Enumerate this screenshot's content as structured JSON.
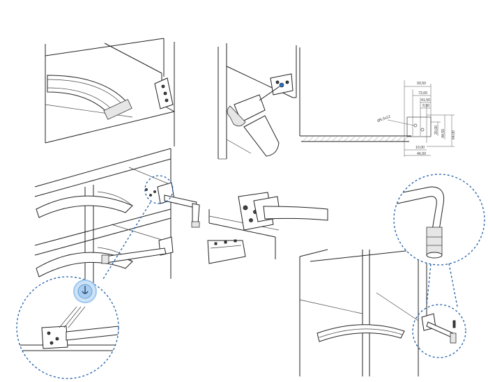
{
  "colors": {
    "line": "#222222",
    "callout_dash": "#1f5fa8",
    "screwdriver_tip": "#2a6fc0",
    "touch_icon_ring": "#9cc8f0",
    "background": "#ffffff"
  },
  "dimensions": {
    "d1": "93,50",
    "d2": "73,00",
    "d3": "41,50",
    "d4": "9,50",
    "d5": "20,00",
    "d6": "44,50",
    "d7": "64,00",
    "d8": "10,00",
    "d9": "46,00",
    "leader": "Ø5,5x12"
  }
}
